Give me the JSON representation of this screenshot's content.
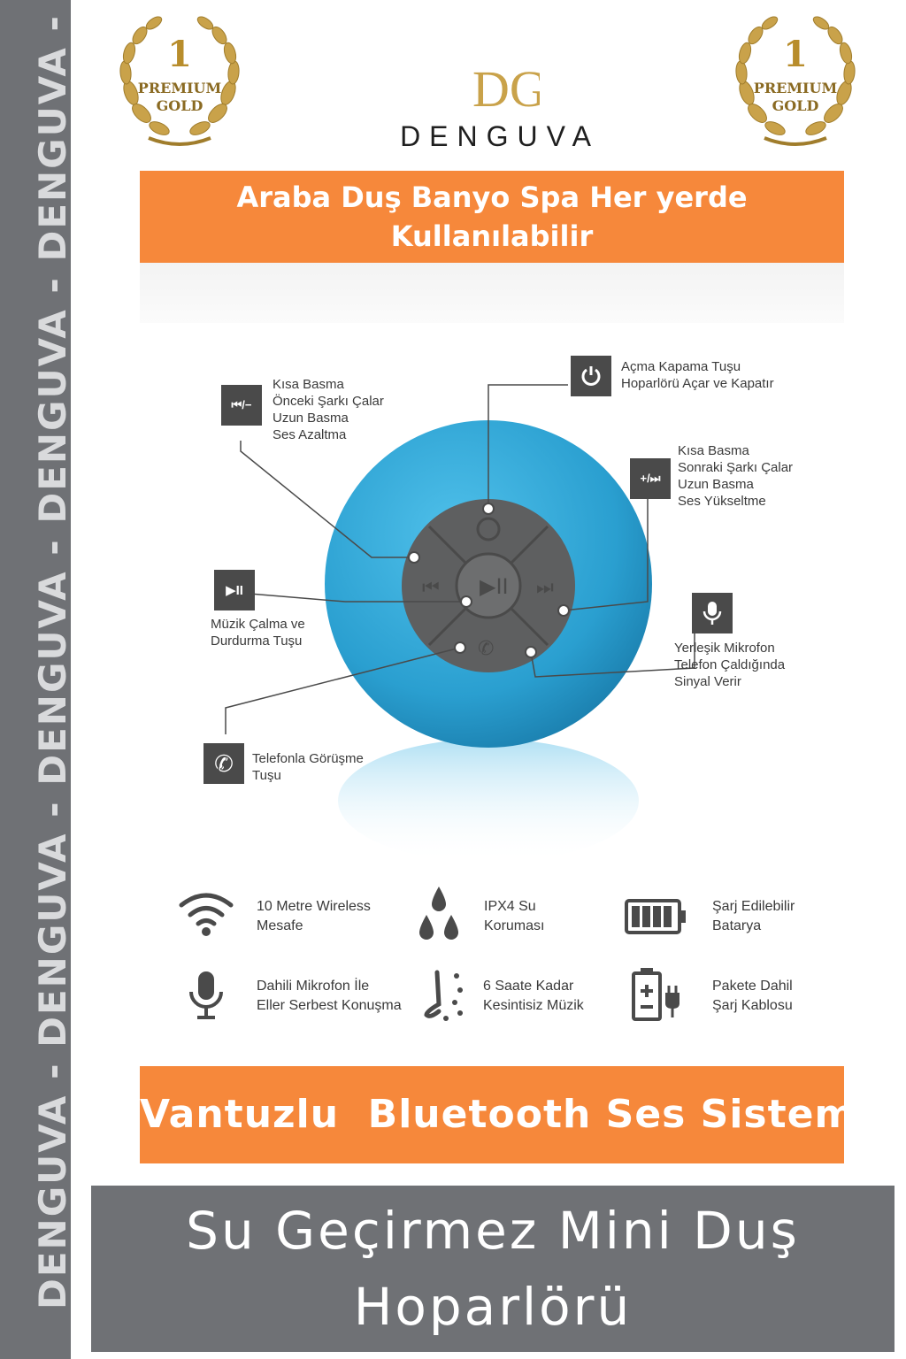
{
  "side_strip": {
    "text": "DENGUVA - DENGUVA - DENGUVA - DENGUVA - DENGUVA - DENG"
  },
  "badges": [
    {
      "number": "1",
      "line1": "PREMIUM",
      "line2": "GOLD"
    },
    {
      "number": "1",
      "line1": "PREMIUM",
      "line2": "GOLD"
    }
  ],
  "logo": {
    "mark": "DG",
    "wordmark": "DENGUVA"
  },
  "banner_top": {
    "line1": "Araba Duş Banyo Spa Her yerde",
    "line2": "Kullanılabilir"
  },
  "callouts": {
    "prev": {
      "icon_label": "⏮/−",
      "lines": [
        "Kısa Basma",
        "Önceki Şarkı Çalar",
        "Uzun Basma",
        "Ses Azaltma"
      ]
    },
    "power": {
      "icon_name": "power-icon",
      "lines": [
        "Açma Kapama Tuşu",
        "Hoparlörü Açar ve Kapatır"
      ]
    },
    "next": {
      "icon_label": "+/⏭",
      "lines": [
        "Kısa Basma",
        "Sonraki Şarkı Çalar",
        "Uzun Basma",
        "Ses Yükseltme"
      ]
    },
    "play": {
      "icon_label": "▶II",
      "lines": [
        "Müzik Çalma ve",
        "Durdurma Tuşu"
      ]
    },
    "mic": {
      "icon_name": "microphone-icon",
      "lines": [
        "Yerleşik Mikrofon",
        "Telefon Çaldığında",
        "Sinyal Verir"
      ]
    },
    "phone": {
      "icon_name": "phone-icon",
      "lines": [
        "Telefonla Görüşme",
        "Tuşu"
      ]
    }
  },
  "features": [
    {
      "icon": "wifi-icon",
      "line1": "10 Metre Wireless",
      "line2": "Mesafe"
    },
    {
      "icon": "water-drops-icon",
      "line1": "IPX4 Su",
      "line2": "Koruması"
    },
    {
      "icon": "battery-icon",
      "line1": "Şarj Edilebilir",
      "line2": "Batarya"
    },
    {
      "icon": "microphone-icon",
      "line1": "Dahili Mikrofon İle",
      "line2": "Eller Serbest Konuşma"
    },
    {
      "icon": "music-notes-icon",
      "line1": "6 Saate Kadar",
      "line2": "Kesintisiz Müzik"
    },
    {
      "icon": "charger-icon",
      "line1": "Pakete Dahil",
      "line2": "Şarj Kablosu"
    }
  ],
  "banner_bottom": {
    "text": "Vantuzlu  Bluetooth Ses Sistemi"
  },
  "title": {
    "line1": "Su Geçirmez Mini Duş",
    "line2": "Hoparlörü"
  },
  "colors": {
    "orange": "#f6883b",
    "gray": "#6f7175",
    "speaker_blue": "#2aa3d2",
    "gold": "#c9a24a"
  }
}
